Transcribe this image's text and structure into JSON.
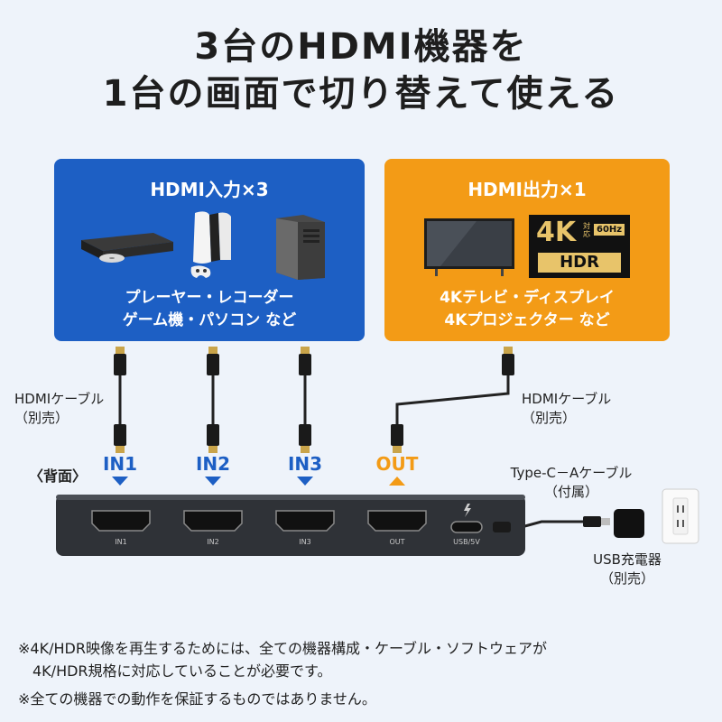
{
  "headline": {
    "line1": "3台のHDMI機器を",
    "line2": "1台の画面で切り替えて使える"
  },
  "input_panel": {
    "title": "HDMI入力×3",
    "caption_line1": "プレーヤー・レコーダー",
    "caption_line2": "ゲーム機・パソコン など",
    "icons": [
      "blu-ray-player-icon",
      "game-console-icon",
      "desktop-pc-icon"
    ],
    "color": "#1d5fc4"
  },
  "output_panel": {
    "title": "HDMI出力×1",
    "caption_line1": "4Kテレビ・ディスプレイ",
    "caption_line2": "4Kプロジェクター など",
    "badge": {
      "main": "4K",
      "sub": "対応",
      "rate": "60Hz",
      "hdr": "HDR"
    },
    "color": "#f39b16"
  },
  "cables": {
    "left_label_line1": "HDMIケーブル",
    "left_label_line2": "（別売）",
    "right_label_line1": "HDMIケーブル",
    "right_label_line2": "（別売）",
    "usb_label_line1": "Type-C－Aケーブル",
    "usb_label_line2": "（付属）"
  },
  "device": {
    "back_label": "〈背面〉",
    "ports": [
      {
        "top_label": "IN1",
        "bottom_label": "IN1",
        "kind": "in"
      },
      {
        "top_label": "IN2",
        "bottom_label": "IN2",
        "kind": "in"
      },
      {
        "top_label": "IN3",
        "bottom_label": "IN3",
        "kind": "in"
      },
      {
        "top_label": "OUT",
        "bottom_label": "OUT",
        "kind": "out"
      }
    ],
    "usb_port_label": "USB/5V"
  },
  "charger": {
    "label_line1": "USB充電器",
    "label_line2": "（別売）"
  },
  "notes": {
    "line1": "※4K/HDR映像を再生するためには、全ての機器構成・ケーブル・ソフトウェアが",
    "line2": "　4K/HDR規格に対応していることが必要です。",
    "line3": "※全ての機器での動作を保証するものではありません。"
  }
}
